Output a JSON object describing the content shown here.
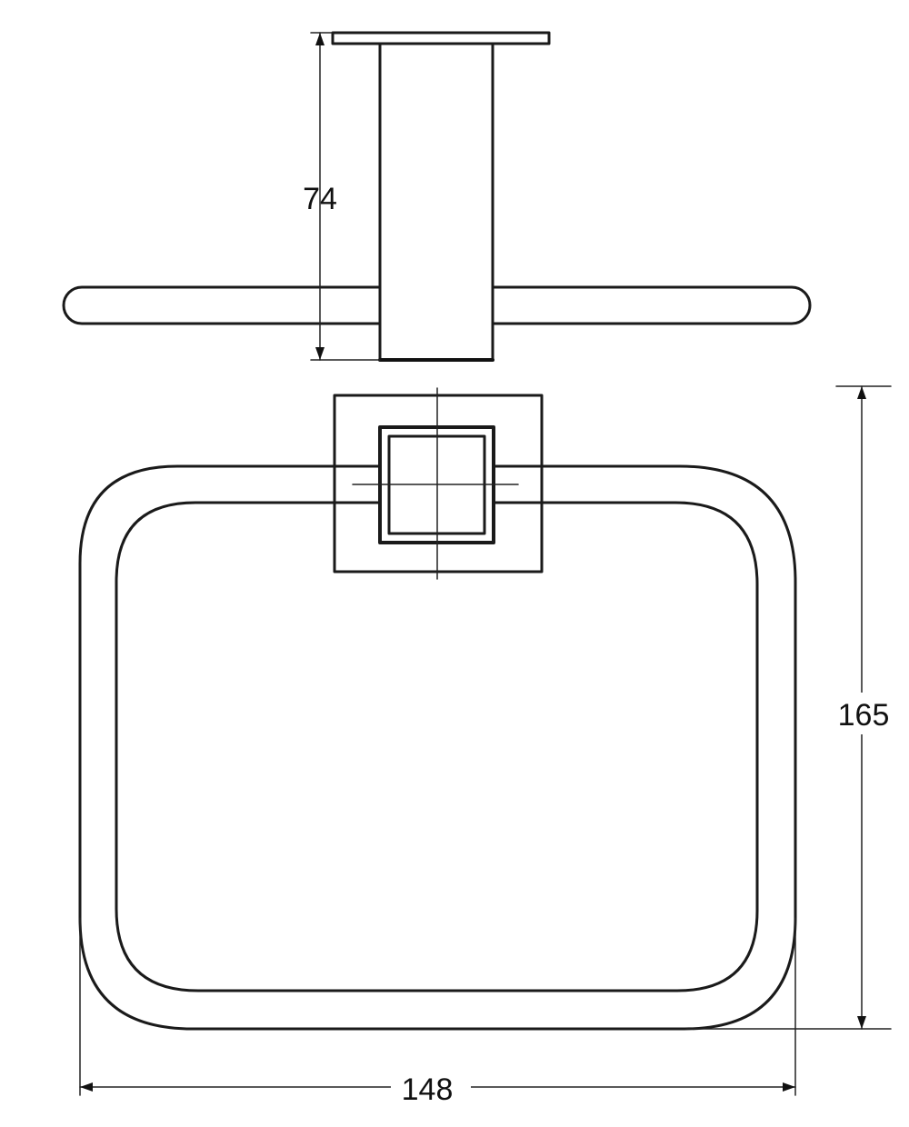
{
  "dimensions": {
    "projection": "74",
    "height": "165",
    "width": "148"
  }
}
